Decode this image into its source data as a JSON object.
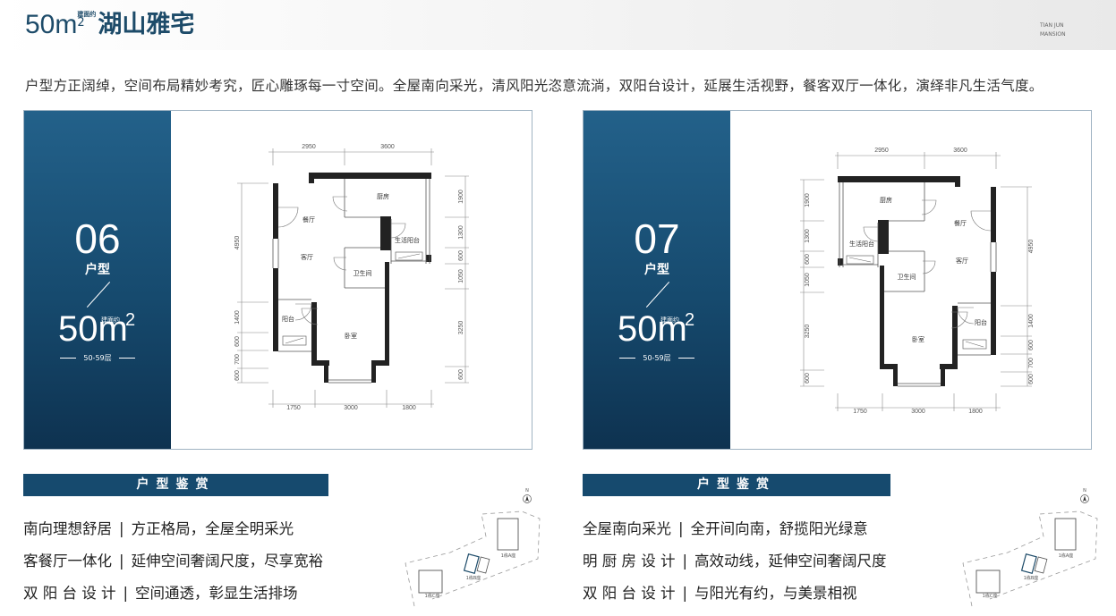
{
  "header": {
    "title_number": "50m",
    "title_note": "建面约",
    "title_sup": "2",
    "title_cn": "湖山雅宅",
    "brand_line1": "TIAN JUN",
    "brand_line2": "MANSION"
  },
  "intro": "户型方正阔绰，空间布局精妙考究，匠心雕琢每一寸空间。全屋南向采光，清风阳光恣意流淌，双阳台设计，延展生活视野，餐客双厅一体化，演绎非凡生活气度。",
  "colors": {
    "brand_blue": "#164a6e",
    "title_blue": "#1d4b69"
  },
  "units": [
    {
      "code": "06",
      "type_label": "户型",
      "area": "50m",
      "area_note": "建面约",
      "area_sup": "2",
      "floors": "50-59层",
      "rooms": {
        "dining": "餐厅",
        "living": "客厅",
        "kitchen": "厨房",
        "utility_balcony": "生活阳台",
        "bathroom": "卫生间",
        "balcony": "阳台",
        "bedroom": "卧室"
      },
      "dims": {
        "top": [
          "2950",
          "3600"
        ],
        "bottom": [
          "1750",
          "3000",
          "1800"
        ],
        "side_long": [
          "4950",
          "1400",
          "600",
          "700",
          "600"
        ],
        "side_segments": [
          "1900",
          "1300",
          "600",
          "1050",
          "3250",
          "600"
        ]
      },
      "section_title": "户型鉴赏",
      "features": [
        {
          "head": "南向理想舒居",
          "sep": "|",
          "body": "方正格局，全屋全明采光"
        },
        {
          "head": "客餐厅一体化",
          "sep": "|",
          "body": "延伸空间奢阔尺度，尽享宽裕"
        },
        {
          "head": "双 阳 台 设 计",
          "sep": "|",
          "body": "空间通透，彰显生活排场"
        }
      ],
      "site": {
        "north": "N",
        "buildings": [
          "1栋A座",
          "1栋B座",
          "1栋C座"
        ]
      }
    },
    {
      "code": "07",
      "type_label": "户型",
      "area": "50m",
      "area_note": "建面约",
      "area_sup": "2",
      "floors": "50-59层",
      "rooms": {
        "dining": "餐厅",
        "living": "客厅",
        "kitchen": "厨房",
        "utility_balcony": "生活阳台",
        "bathroom": "卫生间",
        "balcony": "阳台",
        "bedroom": "卧室"
      },
      "dims": {
        "top": [
          "2950",
          "3600"
        ],
        "bottom": [
          "1750",
          "3000",
          "1800"
        ],
        "side_long": [
          "4950",
          "1400",
          "600",
          "700",
          "600"
        ],
        "side_segments": [
          "1900",
          "1300",
          "600",
          "1050",
          "3250",
          "600"
        ]
      },
      "section_title": "户型鉴赏",
      "features": [
        {
          "head": "全屋南向采光",
          "sep": "|",
          "body": "全开间向南，舒揽阳光绿意"
        },
        {
          "head": "明 厨 房 设 计",
          "sep": "|",
          "body": "高效动线，延伸空间奢阔尺度"
        },
        {
          "head": "双 阳 台 设 计",
          "sep": "|",
          "body": "与阳光有约，与美景相视"
        }
      ],
      "site": {
        "north": "N",
        "buildings": [
          "1栋A座",
          "1栋B座",
          "1栋C座"
        ]
      }
    }
  ]
}
